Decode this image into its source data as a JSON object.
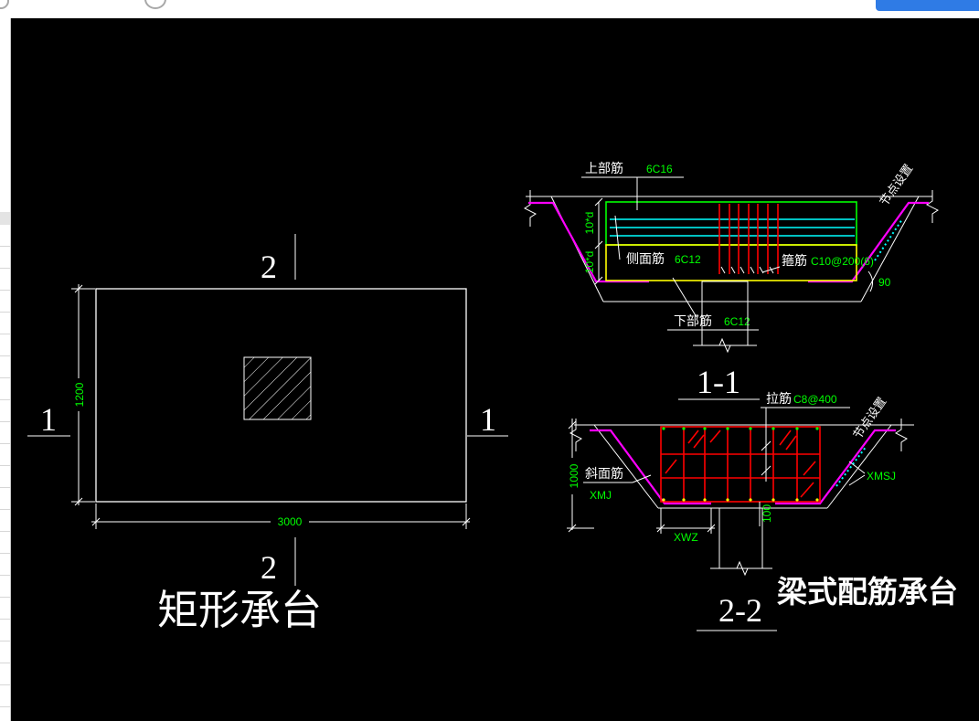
{
  "colors": {
    "canvas_bg": "#000000",
    "line": "#ffffff",
    "annotation": "#00ff00",
    "rebar_cyan": "#00ffff",
    "rebar_red": "#ff0000",
    "rebar_magenta": "#ff00ff",
    "rebar_yellow": "#ffff00",
    "accent": "#2f7be5"
  },
  "icons": {
    "top_left": "toolbar-icon",
    "top_middle": "toolbar-icon"
  },
  "plan": {
    "section_top": "2",
    "section_bottom": "2",
    "section_left": "1",
    "section_right": "1",
    "dim_height": "1200",
    "dim_width": "3000",
    "title": "矩形承台"
  },
  "section_1_1": {
    "top_rebar_label": "上部筋",
    "top_rebar_spec": "6C16",
    "anchor_upper": "10*d",
    "anchor_lower": "10*d",
    "side_rebar_label": "侧面筋",
    "side_rebar_spec": "6C12",
    "stirrup_label": "箍筋",
    "stirrup_spec": "C10@200(6)",
    "angle": "90",
    "node_setting": "节点设置",
    "bottom_rebar_label": "下部筋",
    "bottom_rebar_spec": "6C12",
    "title": "1-1"
  },
  "section_2_2": {
    "tie_label": "拉筋",
    "tie_spec": "C8@400",
    "dim_height": "1000",
    "slope_rebar_label": "斜面筋",
    "slope_rebar_code": "XMJ",
    "slope_rebar_code_right": "XMSJ",
    "bottom_width_code": "XWZ",
    "cover_dim": "100",
    "node_setting": "节点设置",
    "title": "2-2"
  },
  "caption": "梁式配筋承台"
}
